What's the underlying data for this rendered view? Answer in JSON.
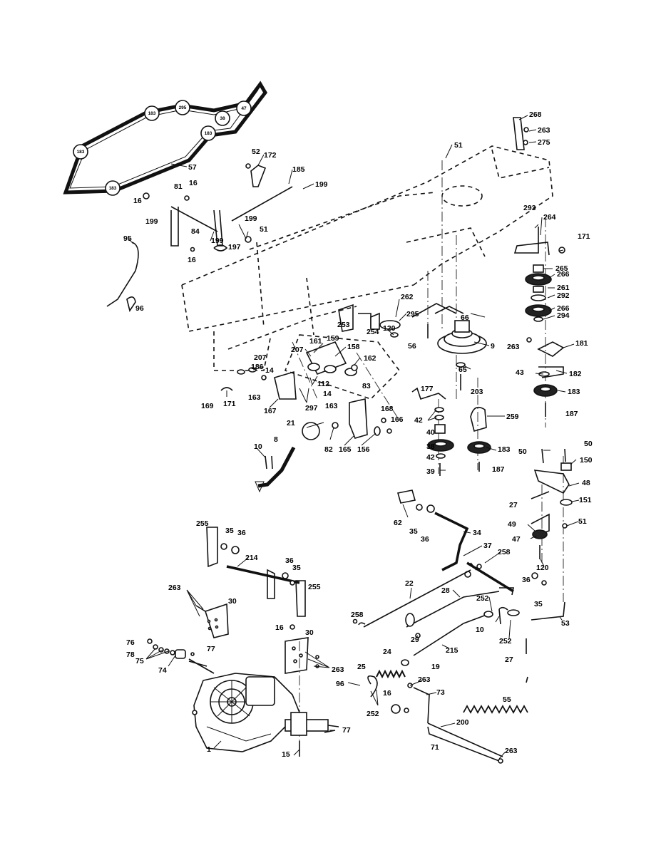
{
  "belt_pulley_labels": [
    "295",
    "183",
    "38",
    "47",
    "183",
    "183",
    "183"
  ],
  "callouts": [
    {
      "id": "c268",
      "text": "268"
    },
    {
      "id": "c263a",
      "text": "263"
    },
    {
      "id": "c275",
      "text": "275"
    },
    {
      "id": "c51a",
      "text": "51"
    },
    {
      "id": "c57",
      "text": "57"
    },
    {
      "id": "c52",
      "text": "52"
    },
    {
      "id": "c172",
      "text": "172"
    },
    {
      "id": "c185",
      "text": "185"
    },
    {
      "id": "c199a",
      "text": "199"
    },
    {
      "id": "c16a",
      "text": "16"
    },
    {
      "id": "c81",
      "text": "81"
    },
    {
      "id": "c16b",
      "text": "16"
    },
    {
      "id": "c199b",
      "text": "199"
    },
    {
      "id": "c51b",
      "text": "51"
    },
    {
      "id": "c199c",
      "text": "199"
    },
    {
      "id": "c84",
      "text": "84"
    },
    {
      "id": "c199d",
      "text": "199"
    },
    {
      "id": "c197",
      "text": "197"
    },
    {
      "id": "c16c",
      "text": "16"
    },
    {
      "id": "c95",
      "text": "95"
    },
    {
      "id": "c96a",
      "text": "96"
    },
    {
      "id": "c293",
      "text": "293"
    },
    {
      "id": "c264",
      "text": "264"
    },
    {
      "id": "c171a",
      "text": "171"
    },
    {
      "id": "c265",
      "text": "265"
    },
    {
      "id": "c266a",
      "text": "266"
    },
    {
      "id": "c261",
      "text": "261"
    },
    {
      "id": "c292",
      "text": "292"
    },
    {
      "id": "c266b",
      "text": "266"
    },
    {
      "id": "c294",
      "text": "294"
    },
    {
      "id": "c262",
      "text": "262"
    },
    {
      "id": "c295",
      "text": "295"
    },
    {
      "id": "c66",
      "text": "66"
    },
    {
      "id": "c253",
      "text": "253"
    },
    {
      "id": "c254",
      "text": "254"
    },
    {
      "id": "c120a",
      "text": "120"
    },
    {
      "id": "c56",
      "text": "56"
    },
    {
      "id": "c9",
      "text": "9"
    },
    {
      "id": "c263b",
      "text": "263"
    },
    {
      "id": "c181",
      "text": "181"
    },
    {
      "id": "c161",
      "text": "161"
    },
    {
      "id": "c159",
      "text": "159"
    },
    {
      "id": "c207a",
      "text": "207"
    },
    {
      "id": "c158",
      "text": "158"
    },
    {
      "id": "c207b",
      "text": "207"
    },
    {
      "id": "c162",
      "text": "162"
    },
    {
      "id": "c186",
      "text": "186"
    },
    {
      "id": "c14a",
      "text": "14"
    },
    {
      "id": "c65",
      "text": "65"
    },
    {
      "id": "c43",
      "text": "43"
    },
    {
      "id": "c182",
      "text": "182"
    },
    {
      "id": "c112",
      "text": "112"
    },
    {
      "id": "c83",
      "text": "83"
    },
    {
      "id": "c14b",
      "text": "14"
    },
    {
      "id": "c203",
      "text": "203"
    },
    {
      "id": "c183a",
      "text": "183"
    },
    {
      "id": "c169",
      "text": "169"
    },
    {
      "id": "c171b",
      "text": "171"
    },
    {
      "id": "c163a",
      "text": "163"
    },
    {
      "id": "c163b",
      "text": "163"
    },
    {
      "id": "c177",
      "text": "177"
    },
    {
      "id": "c167",
      "text": "167"
    },
    {
      "id": "c297",
      "text": "297"
    },
    {
      "id": "c187a",
      "text": "187"
    },
    {
      "id": "c42a",
      "text": "42"
    },
    {
      "id": "c259",
      "text": "259"
    },
    {
      "id": "c168",
      "text": "168"
    },
    {
      "id": "c166",
      "text": "166"
    },
    {
      "id": "c21",
      "text": "21"
    },
    {
      "id": "c40",
      "text": "40"
    },
    {
      "id": "c8",
      "text": "8"
    },
    {
      "id": "c82",
      "text": "82"
    },
    {
      "id": "c165",
      "text": "165"
    },
    {
      "id": "c156",
      "text": "156"
    },
    {
      "id": "c38",
      "text": "38"
    },
    {
      "id": "c183b",
      "text": "183"
    },
    {
      "id": "c10a",
      "text": "10"
    },
    {
      "id": "c42b",
      "text": "42"
    },
    {
      "id": "c50a",
      "text": "50"
    },
    {
      "id": "c50b",
      "text": "50"
    },
    {
      "id": "c150",
      "text": "150"
    },
    {
      "id": "c39",
      "text": "39"
    },
    {
      "id": "c187b",
      "text": "187"
    },
    {
      "id": "c48",
      "text": "48"
    },
    {
      "id": "c62",
      "text": "62"
    },
    {
      "id": "c27a",
      "text": "27"
    },
    {
      "id": "c151",
      "text": "151"
    },
    {
      "id": "c35a",
      "text": "35"
    },
    {
      "id": "c36a",
      "text": "36"
    },
    {
      "id": "c49",
      "text": "49"
    },
    {
      "id": "c34",
      "text": "34"
    },
    {
      "id": "c51c",
      "text": "51"
    },
    {
      "id": "c255a",
      "text": "255"
    },
    {
      "id": "c35b",
      "text": "35"
    },
    {
      "id": "c36b",
      "text": "36"
    },
    {
      "id": "c47",
      "text": "47"
    },
    {
      "id": "c37",
      "text": "37"
    },
    {
      "id": "c214",
      "text": "214"
    },
    {
      "id": "c36c",
      "text": "36"
    },
    {
      "id": "c35c",
      "text": "35"
    },
    {
      "id": "c258a",
      "text": "258"
    },
    {
      "id": "c120b",
      "text": "120"
    },
    {
      "id": "c255b",
      "text": "255"
    },
    {
      "id": "c22",
      "text": "22"
    },
    {
      "id": "c263c",
      "text": "263"
    },
    {
      "id": "c28",
      "text": "28"
    },
    {
      "id": "c36d",
      "text": "36"
    },
    {
      "id": "c30a",
      "text": "30"
    },
    {
      "id": "c252a",
      "text": "252"
    },
    {
      "id": "c35d",
      "text": "35"
    },
    {
      "id": "c258b",
      "text": "258"
    },
    {
      "id": "c53",
      "text": "53"
    },
    {
      "id": "c16d",
      "text": "16"
    },
    {
      "id": "c30b",
      "text": "30"
    },
    {
      "id": "c10b",
      "text": "10"
    },
    {
      "id": "c29",
      "text": "29"
    },
    {
      "id": "c252b",
      "text": "252"
    },
    {
      "id": "c76",
      "text": "76"
    },
    {
      "id": "c77a",
      "text": "77"
    },
    {
      "id": "c215",
      "text": "215"
    },
    {
      "id": "c78",
      "text": "78"
    },
    {
      "id": "c24",
      "text": "24"
    },
    {
      "id": "c27b",
      "text": "27"
    },
    {
      "id": "c75",
      "text": "75"
    },
    {
      "id": "c19",
      "text": "19"
    },
    {
      "id": "c74",
      "text": "74"
    },
    {
      "id": "c25",
      "text": "25"
    },
    {
      "id": "c263d",
      "text": "263"
    },
    {
      "id": "c263e",
      "text": "263"
    },
    {
      "id": "c96b",
      "text": "96"
    },
    {
      "id": "c73",
      "text": "73"
    },
    {
      "id": "c16e",
      "text": "16"
    },
    {
      "id": "c55",
      "text": "55"
    },
    {
      "id": "c252c",
      "text": "252"
    },
    {
      "id": "c77b",
      "text": "77"
    },
    {
      "id": "c200",
      "text": "200"
    },
    {
      "id": "c1",
      "text": "1"
    },
    {
      "id": "c71",
      "text": "71"
    },
    {
      "id": "c15",
      "text": "15"
    },
    {
      "id": "c263f",
      "text": "263"
    }
  ]
}
